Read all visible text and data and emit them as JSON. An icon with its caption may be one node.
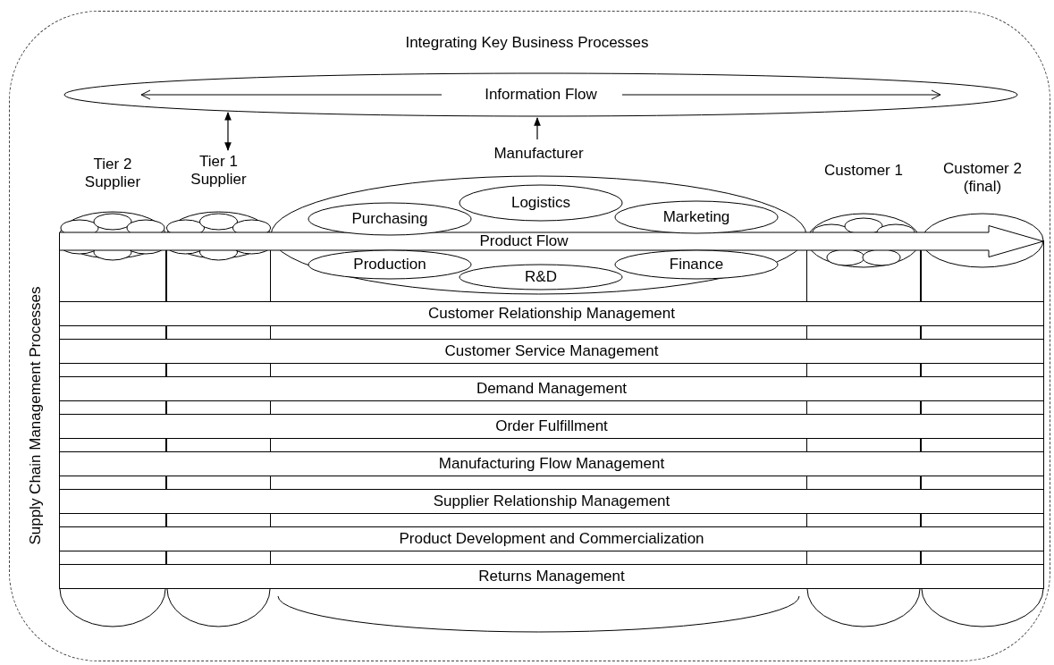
{
  "diagram": {
    "title": "Integrating Key Business Processes",
    "nodes": [
      {
        "text": [],
        "shape": "box"
      },
      {
        "text": [
          "Information Flow"
        ],
        "in": 0
      },
      {
        "text": [
          "Tier 2 Supplier"
        ],
        "in": 0
      },
      {
        "text": [
          "Tier 1 Supplier"
        ],
        "in": 0
      },
      {
        "text": [
          "Manufacturer"
        ],
        "in": 0
      },
      {
        "text": [
          "Purchasing"
        ],
        "in": 4
      },
      {
        "text": [
          "Logistics"
        ],
        "in": 4
      },
      {
        "text": [
          "Marketing"
        ],
        "in": 4
      },
      {
        "text": [
          "Production"
        ],
        "in": 4
      },
      {
        "text": [
          "R&D"
        ],
        "in": 4
      },
      {
        "text": [
          "Finance"
        ],
        "in": 4
      },
      {
        "text": [
          "Customer 1"
        ],
        "in": 0
      },
      {
        "text": [
          "Customer 2 (final)"
        ],
        "in": 0
      },
      {
        "text": [
          "Product Flow"
        ],
        "in": 0
      },
      {
        "text": [
          "Customer Relationship Management"
        ],
        "in": 0
      },
      {
        "text": [
          "Customer Service Management"
        ],
        "in": 0
      },
      {
        "text": [
          "Demand Management"
        ],
        "in": 0
      },
      {
        "text": [
          "Order Fulfillment"
        ],
        "in": 0
      },
      {
        "text": [
          "Manufacturing Flow Management"
        ],
        "in": 0
      },
      {
        "text": [
          "Supplier Relationship Management"
        ],
        "in": 0
      },
      {
        "text": [
          "Product Development and Commercialization"
        ],
        "in": 0
      },
      {
        "text": [
          "Returns Management"
        ],
        "in": 0
      }
    ],
    "edges": [
      {
        "from": 3,
        "to": 1,
        "arrow": "both"
      },
      {
        "from": 4,
        "to": 1,
        "arrow": "to"
      }
    ],
    "labels": [
      "Supply Chain Management Processes"
    ]
  }
}
